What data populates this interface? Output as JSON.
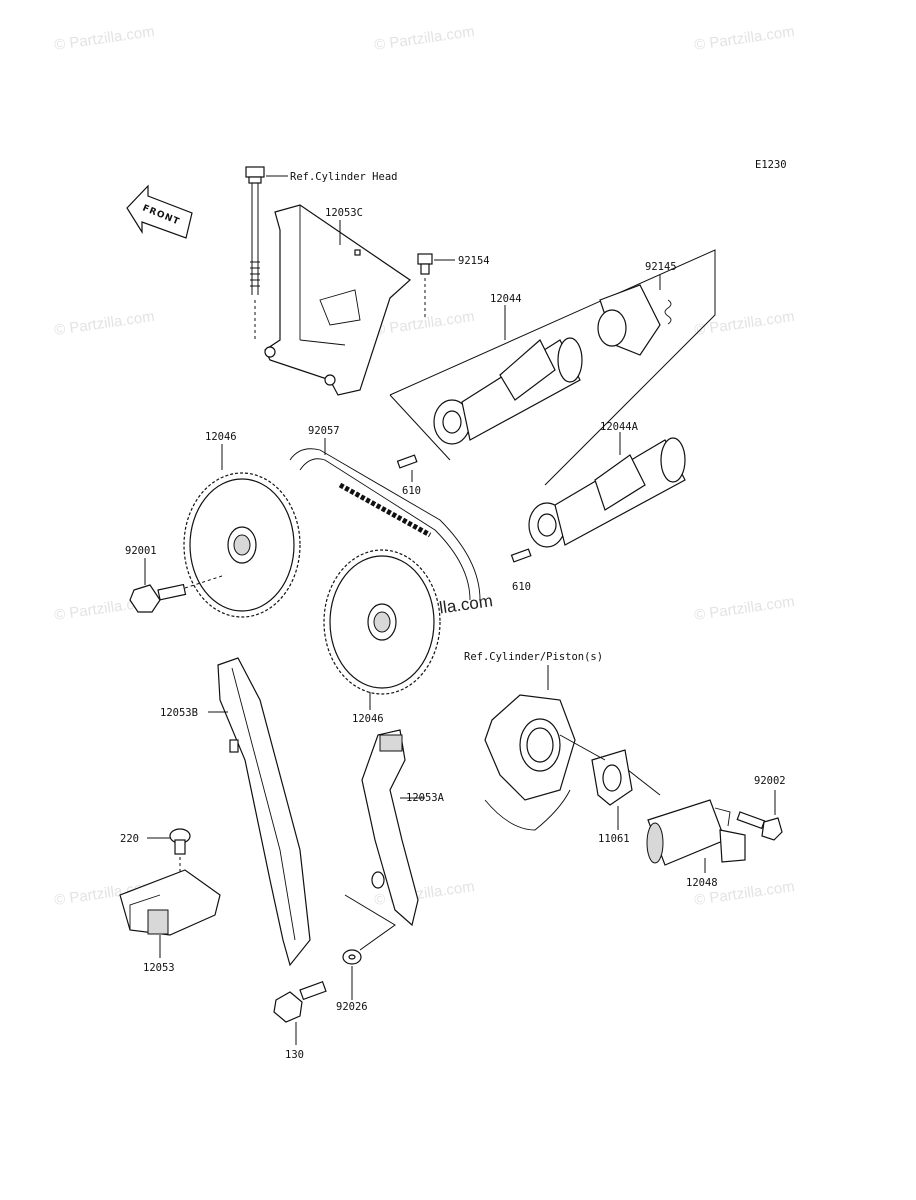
{
  "watermark": {
    "text": "© Partzilla.com",
    "center_text": "© Partzilla.com"
  },
  "diagram_code": "E1230",
  "front_arrow": "FRONT",
  "labels": {
    "ref_cylinder_head": "Ref.Cylinder Head",
    "ref_cylinder_piston": "Ref.Cylinder/Piston(s)",
    "p12053C": "12053C",
    "p92154": "92154",
    "p92145": "92145",
    "p12044": "12044",
    "p12044A": "12044A",
    "p12046_top": "12046",
    "p92057": "92057",
    "p610_a": "610",
    "p610_b": "610",
    "p92001": "92001",
    "p12046_bottom": "12046",
    "p12053B": "12053B",
    "p12053A": "12053A",
    "p220": "220",
    "p12053": "12053",
    "p130": "130",
    "p92026": "92026",
    "p11061": "11061",
    "p92002": "92002",
    "p12048": "12048"
  }
}
